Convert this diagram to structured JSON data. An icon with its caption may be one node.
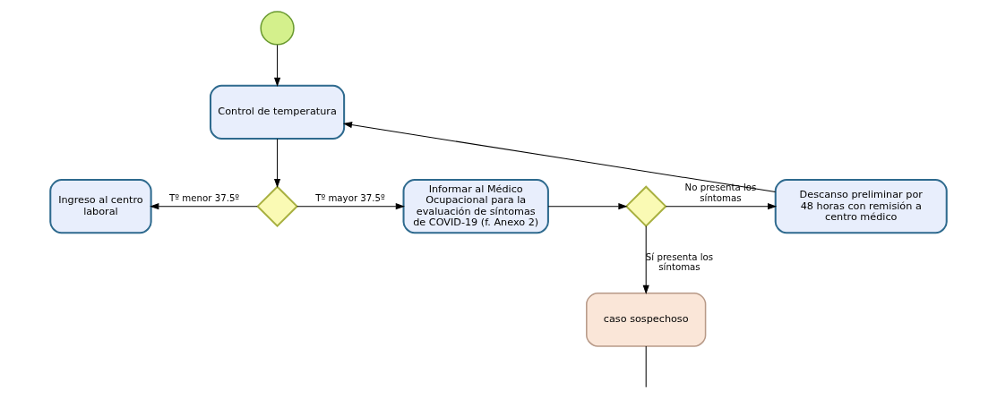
{
  "diagram": {
    "nodes": [
      {
        "text": [],
        "shape": "circle"
      },
      {
        "text": [
          "Control de temperatura"
        ]
      },
      {
        "text": [],
        "shape": "diamond"
      },
      {
        "text": [
          "Ingreso al centro laboral"
        ]
      },
      {
        "text": [
          "Informar al Médico Ocupacional para la evaluación de síntomas de COVID-19 (f. Anexo 2)"
        ]
      },
      {
        "text": [],
        "shape": "diamond"
      },
      {
        "text": [
          "Descanso preliminar por 48 horas con remisión a centro médico"
        ]
      },
      {
        "text": [
          "caso sospechoso"
        ]
      }
    ],
    "edges": [
      {
        "from": 0,
        "to": 1,
        "arrow": "to"
      },
      {
        "from": 1,
        "to": 2,
        "arrow": "to"
      },
      {
        "from": 2,
        "to": 3,
        "label": "Tº menor 37.5º",
        "arrow": "to"
      },
      {
        "from": 2,
        "to": 4,
        "label": "Tº mayor 37.5º",
        "arrow": "to"
      },
      {
        "from": 4,
        "to": 5,
        "arrow": "to"
      },
      {
        "from": 5,
        "to": 6,
        "label": "No presenta los síntomas",
        "arrow": "to"
      },
      {
        "from": 5,
        "to": 7,
        "label": "Sí presenta los síntomas",
        "arrow": "to"
      },
      {
        "from": 6,
        "to": 1,
        "arrow": "to"
      },
      {
        "from": 7,
        "to": null,
        "arrow": "none"
      }
    ]
  }
}
